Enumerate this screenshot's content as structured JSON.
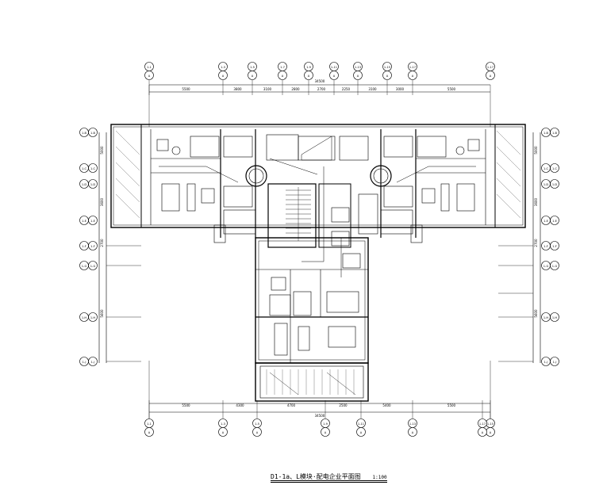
{
  "drawing": {
    "caption": "D1-1a、L模块·配电企业平面图",
    "scale": "1:100",
    "overall_dimension_top": "34500",
    "overall_dimension_bottom": "34500"
  },
  "top_axes": {
    "labels": [
      "1-1",
      "1-3",
      "1-5",
      "1-7",
      "1-9",
      "1-11",
      "1-13",
      "1-15",
      "1-17"
    ],
    "sublabels": [
      "A",
      "A",
      "A",
      "A",
      "A",
      "A",
      "A",
      "A",
      "A"
    ]
  },
  "top_dimensions": [
    "5500",
    "3800",
    "3100",
    "2800",
    "2700",
    "2250",
    "3100",
    "3000",
    "5500"
  ],
  "bottom_axes": {
    "labels": [
      "1-1",
      "1-3",
      "1-5",
      "1-9",
      "1-11",
      "1-13",
      "1-15",
      "1-17"
    ],
    "sublabels": [
      "A",
      "A",
      "A",
      "A",
      "A",
      "A",
      "A",
      "A"
    ]
  },
  "bottom_dimensions": [
    "5500",
    "4300",
    "4700",
    "2500",
    "5400",
    "5500"
  ],
  "left_axes": [
    "1-B",
    "1-C",
    "1-D",
    "1-E",
    "1-F",
    "1-G",
    "1-H",
    "1-J"
  ],
  "right_axes": [
    "1-B",
    "1-C",
    "1-D",
    "1-E",
    "1-F",
    "1-G",
    "1-H",
    "1-J"
  ],
  "side_dimensions_left": [
    "5000",
    "3600",
    "2700",
    "5600"
  ],
  "side_dimensions_right": [
    "5000",
    "3600",
    "2700",
    "5600"
  ],
  "colors": {
    "line": "#000000",
    "background": "#ffffff",
    "hatch": "#555555"
  }
}
